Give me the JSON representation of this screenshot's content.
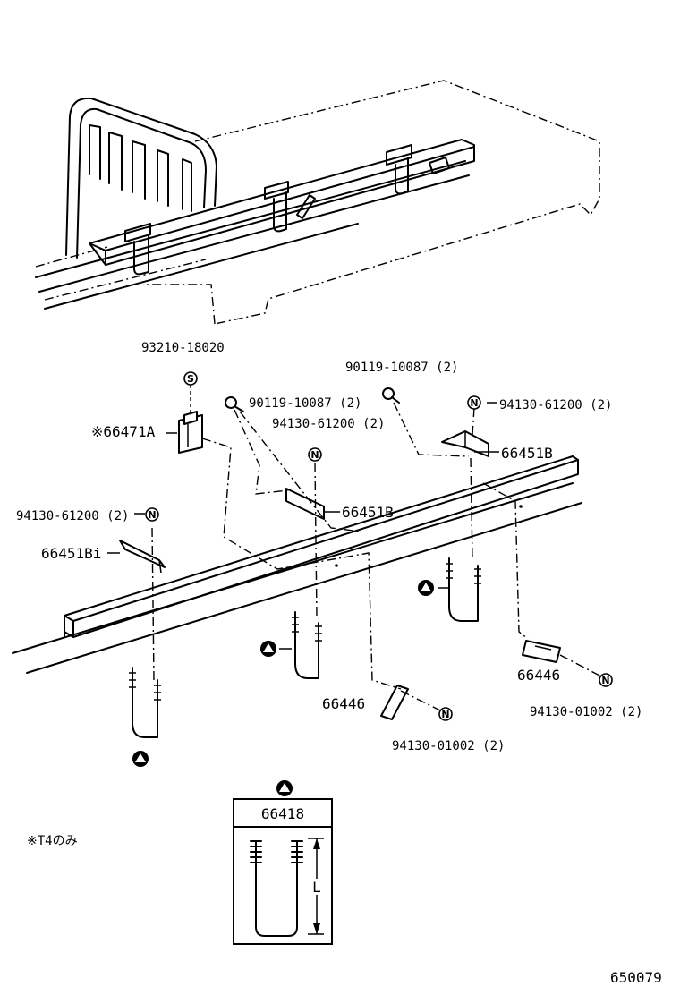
{
  "diagram": {
    "labels": {
      "p93210": "93210-18020",
      "p66471a": "※66471A",
      "p90119_left": "90119-10087 (2)",
      "p90119_right": "90119-10087 (2)",
      "p94130_61200_center": "94130-61200 (2)",
      "p94130_61200_right": "94130-61200 (2)",
      "p94130_61200_left": "94130-61200 (2)",
      "p66451b_right": "66451B",
      "p66451b_center": "66451B",
      "p66451b_left": "66451Bi",
      "p66446_right": "66446",
      "p66446_center": "66446",
      "p94130_01002_right": "94130-01002 (2)",
      "p94130_01002_center": "94130-01002 (2)",
      "p66418": "66418",
      "dim_L": "L",
      "note": "※T4のみ",
      "figure_number": "650079"
    },
    "symbols": {
      "s": "S",
      "n": "N"
    }
  }
}
